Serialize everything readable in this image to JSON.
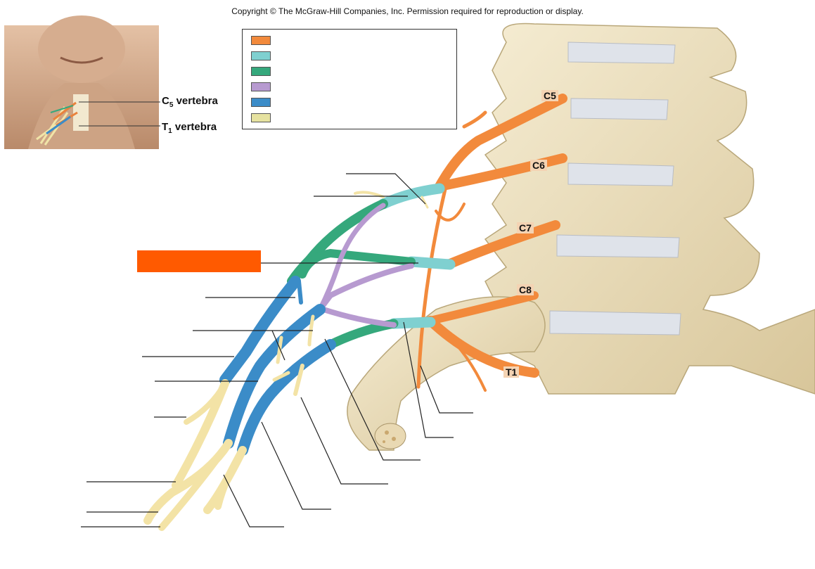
{
  "copyright": "Copyright © The McGraw-Hill Companies, Inc. Permission required for reproduction or display.",
  "inset": {
    "upper_label_letter": "C",
    "upper_label_sub": "5",
    "upper_label_word": "vertebra",
    "lower_label_letter": "T",
    "lower_label_sub": "1",
    "lower_label_word": "vertebra"
  },
  "roots": [
    "C5",
    "C6",
    "C7",
    "C8",
    "T1"
  ],
  "legend": {
    "swatches": [
      {
        "color": "#f28a3c"
      },
      {
        "color": "#7fd0d0"
      },
      {
        "color": "#35a87c"
      },
      {
        "color": "#b79ad0"
      },
      {
        "color": "#3b8cc8"
      },
      {
        "color": "#e6e2a0"
      }
    ]
  },
  "colors": {
    "roots": "#f28a3c",
    "trunks": "#7fd0d0",
    "divisions": "#35a87c",
    "posterior": "#b79ad0",
    "cords": "#3b8cc8",
    "branches": "#f3e3a6",
    "bone": "#efe3c2",
    "disc": "#d9dde4",
    "redaction": "#ff5a00"
  }
}
